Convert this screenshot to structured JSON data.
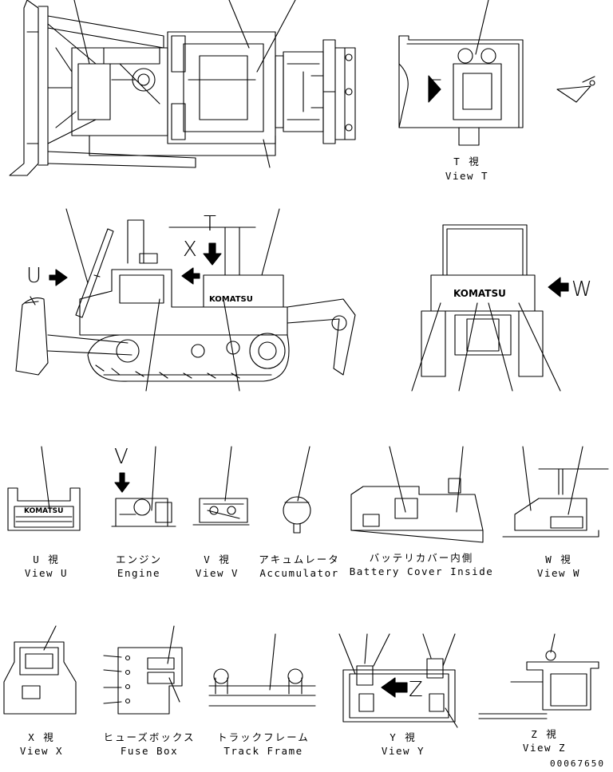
{
  "big_letters": {
    "u": "U",
    "x": "X",
    "t": "T",
    "w": "W",
    "v": "V",
    "z": "Z"
  },
  "view_t": {
    "jp": "T  視",
    "en": "View T"
  },
  "view_u": {
    "jp": "U  視",
    "en": "View U"
  },
  "engine": {
    "jp": "エンジン",
    "en": "Engine"
  },
  "view_v": {
    "jp": "V  視",
    "en": "View V"
  },
  "accumulator": {
    "jp": "アキュムレータ",
    "en": "Accumulator"
  },
  "battery_cover": {
    "jp": "バッテリカバー内側",
    "en": "Battery Cover Inside"
  },
  "view_w": {
    "jp": "W  視",
    "en": "View W"
  },
  "view_x": {
    "jp": "X  視",
    "en": "View X"
  },
  "fuse_box": {
    "jp": "ヒューズボックス",
    "en": "Fuse Box"
  },
  "track_frame": {
    "jp": "トラックフレーム",
    "en": "Track Frame"
  },
  "view_y": {
    "jp": "Y  視",
    "en": "View Y"
  },
  "view_z": {
    "jp": "Z  視",
    "en": "View Z"
  },
  "brand_text": "KOMATSU",
  "doc_number": "00067650"
}
